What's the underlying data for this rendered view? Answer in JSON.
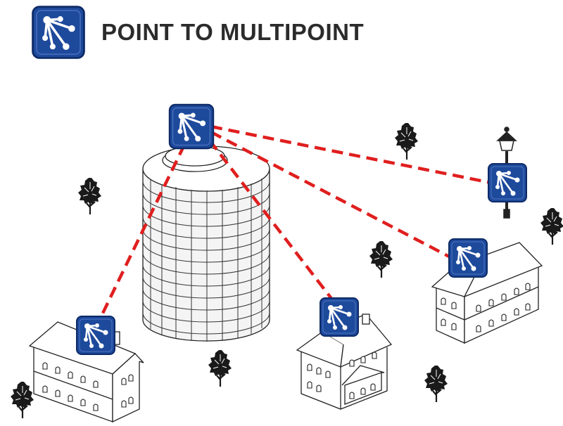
{
  "header": {
    "title": "POINT TO MULTIPOINT",
    "icon": "network-hub-icon"
  },
  "colors": {
    "icon_blue": "#1e4a9c",
    "icon_border": "#0d2a66",
    "link_red": "#e01e1e",
    "ink": "#222222"
  },
  "nodes": [
    {
      "name": "hub-tower",
      "icon": "network-hub-icon"
    },
    {
      "name": "street-lamp",
      "icon": "network-hub-icon"
    },
    {
      "name": "house-right",
      "icon": "network-hub-icon"
    },
    {
      "name": "house-center",
      "icon": "network-hub-icon"
    },
    {
      "name": "house-left",
      "icon": "network-hub-icon"
    }
  ]
}
